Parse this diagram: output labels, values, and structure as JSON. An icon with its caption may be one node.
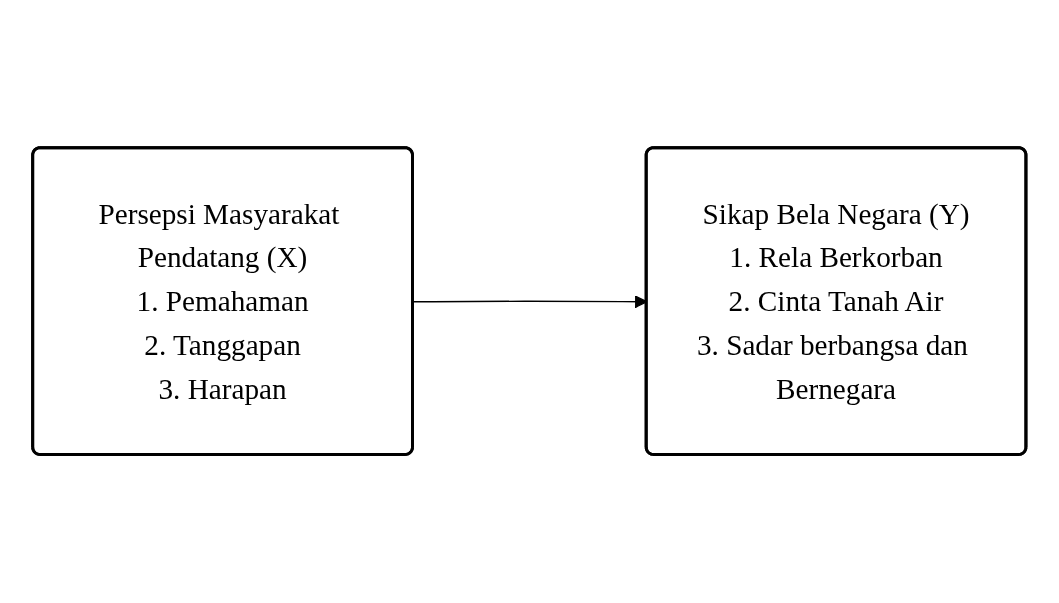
{
  "diagram": {
    "nodes": [
      {
        "text": [
          "Persepsi Masyarakat Pendatang (X)",
          "1. Pemahaman",
          "2. Tanggapan",
          "3. Harapan"
        ]
      },
      {
        "text": [
          "Sikap Bela Negara (Y)",
          "1. Rela Berkorban",
          "2. Cinta Tanah Air",
          "3. Sadar berbangsa dan Bernegara"
        ]
      }
    ],
    "edges": [
      {
        "from": 0,
        "to": 1,
        "arrow": "to"
      }
    ]
  }
}
